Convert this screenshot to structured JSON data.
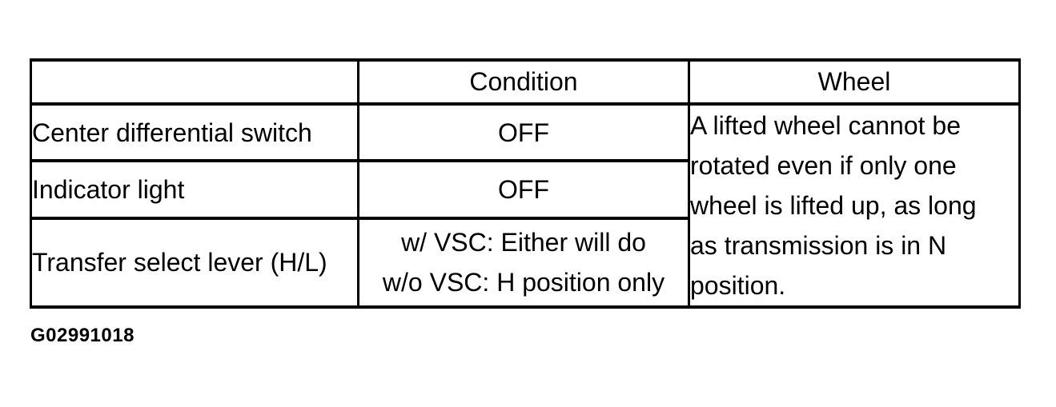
{
  "document": {
    "background_color": "#ffffff",
    "text_color": "#000000",
    "border_color": "#000000"
  },
  "table": {
    "headers": {
      "item": "",
      "condition": "Condition",
      "wheel": "Wheel"
    },
    "rows": [
      {
        "item": "Center differential switch",
        "condition": "OFF"
      },
      {
        "item": "Indicator light",
        "condition": "OFF"
      },
      {
        "item": "Transfer select lever (H/L)",
        "condition_lines": [
          "w/ VSC: Either will do",
          "w/o VSC: H position only"
        ]
      }
    ],
    "wheel_note_lines": [
      "A lifted wheel cannot be",
      "rotated even if only one",
      "wheel is lifted up, as long",
      "as transmission is in N",
      "position."
    ],
    "wheel_note_full": "A lifted wheel cannot be rotated even if only one wheel is lifted up, as long as transmission is in N position."
  },
  "caption": {
    "figure_id": "G02991018"
  }
}
